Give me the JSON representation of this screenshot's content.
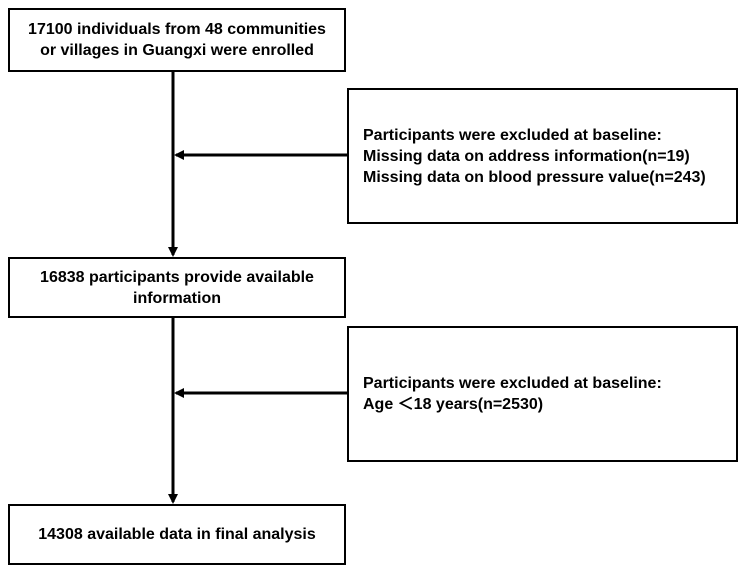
{
  "flowchart": {
    "box1": {
      "lines": [
        "17100 individuals from 48 communities",
        "or villages in Guangxi were enrolled"
      ]
    },
    "exclusion1": {
      "lines": [
        "Participants were excluded at baseline:",
        "Missing data on address information(n=19)",
        "Missing data on blood pressure value(n=243)"
      ]
    },
    "box2": {
      "lines": [
        "16838 participants provide available",
        "information"
      ]
    },
    "exclusion2": {
      "lines": [
        "Participants were excluded at baseline:",
        "Age ＜18 years(n=2530)"
      ]
    },
    "box3": {
      "lines": [
        "14308 available data in final analysis"
      ]
    }
  }
}
